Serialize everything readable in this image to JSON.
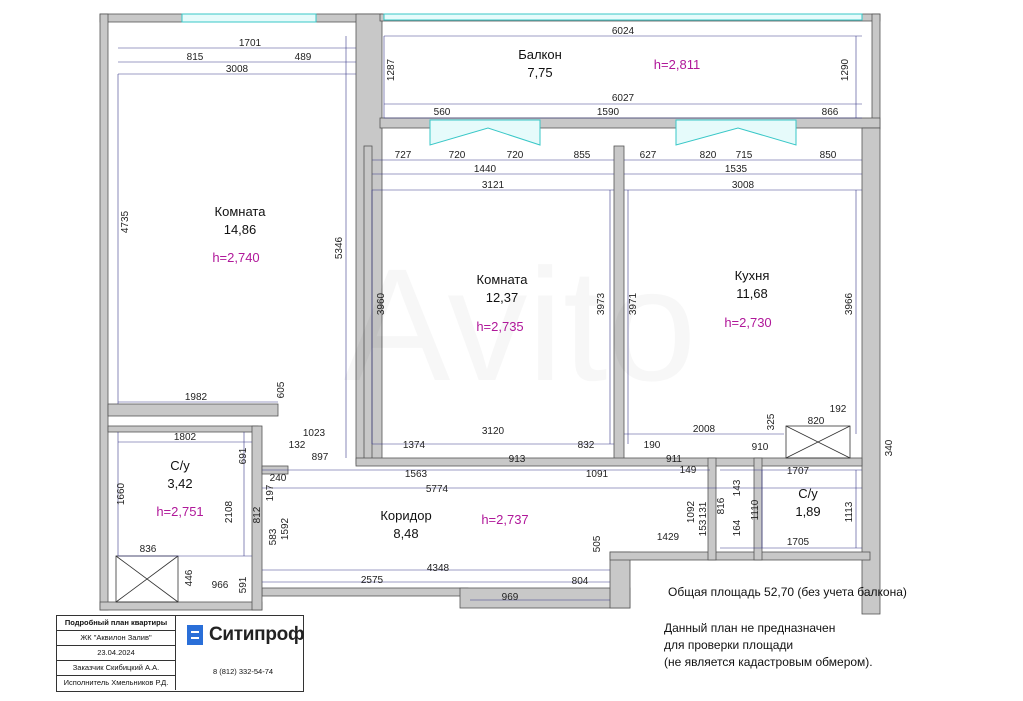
{
  "plan": {
    "rooms": [
      {
        "key": "room1",
        "name": "Комната",
        "area": "14,86",
        "height": "h=2,740"
      },
      {
        "key": "room2",
        "name": "Комната",
        "area": "12,37",
        "height": "h=2,735"
      },
      {
        "key": "kitchen",
        "name": "Кухня",
        "area": "11,68",
        "height": "h=2,730"
      },
      {
        "key": "balcony",
        "name": "Балкон",
        "area": "7,75",
        "height": "h=2,811"
      },
      {
        "key": "bath1",
        "name": "С/у",
        "area": "3,42",
        "height": "h=2,751"
      },
      {
        "key": "bath2",
        "name": "С/у",
        "area": "1,89",
        "height": ""
      },
      {
        "key": "corridor",
        "name": "Коридор",
        "area": "8,48",
        "height": "h=2,737"
      }
    ],
    "dimensions": [
      "1701",
      "815",
      "489",
      "3008",
      "6024",
      "1287",
      "1290",
      "6027",
      "560",
      "1590",
      "866",
      "727",
      "720",
      "720",
      "855",
      "627",
      "820",
      "715",
      "850",
      "1440",
      "1535",
      "3121",
      "3008",
      "4735",
      "5346",
      "3960",
      "3973",
      "3971",
      "3966",
      "1982",
      "605",
      "1023",
      "1374",
      "3120",
      "832",
      "190",
      "2008",
      "910",
      "325",
      "820",
      "192",
      "340",
      "1802",
      "691",
      "132",
      "897",
      "1563",
      "913",
      "1091",
      "911",
      "149",
      "1707",
      "240",
      "5774",
      "1660",
      "2108",
      "197",
      "812",
      "583",
      "1592",
      "1092",
      "131",
      "816",
      "143",
      "153",
      "164",
      "1110",
      "1113",
      "1429",
      "505",
      "1705",
      "836",
      "446",
      "591",
      "966",
      "2575",
      "4348",
      "804",
      "969"
    ]
  },
  "notes": {
    "total_area": "Общая площадь 52,70 (без учета балкона)",
    "disclaimer_1": "Данный план не предназначен",
    "disclaimer_2": "для проверки площади",
    "disclaimer_3": "(не является кадастровым обмером)."
  },
  "stamp": {
    "title": "Подробный план квартиры",
    "complex": "ЖК \"Аквилон Залив\"",
    "date": "23.04.2024",
    "customer": "Заказчик Скибицкий А.А.",
    "executor": "Исполнитель Хмельников Р.Д.",
    "company": "Ситипроф",
    "phone": "8 (812) 332-54-74"
  }
}
